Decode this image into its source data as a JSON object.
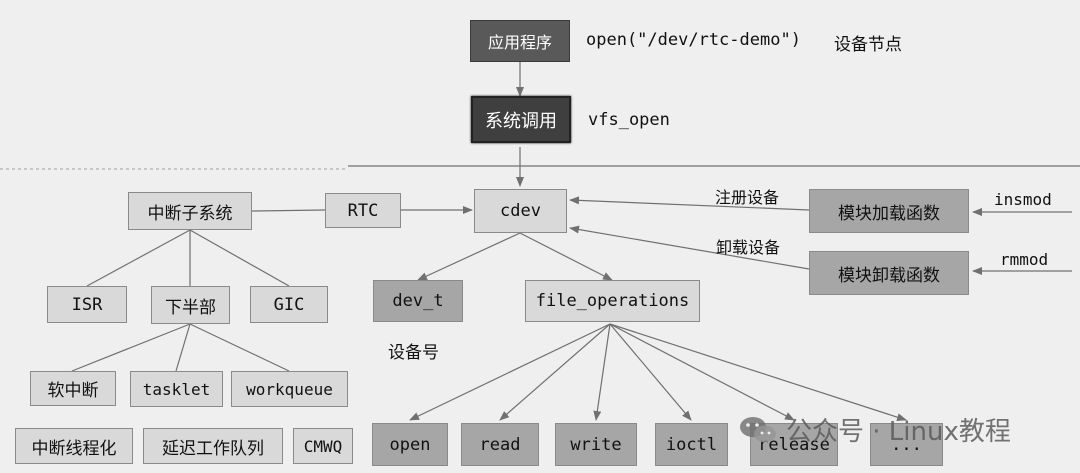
{
  "app": {
    "label": "应用程序",
    "call": "open(\"/dev/rtc-demo\")",
    "note": "设备节点"
  },
  "syscall": {
    "label": "系统调用",
    "call": "vfs_open"
  },
  "interrupt": {
    "title": "中断子系统",
    "isr": "ISR",
    "bottom_half": "下半部",
    "gic": "GIC",
    "softirq": "软中断",
    "tasklet": "tasklet",
    "workqueue": "workqueue",
    "threaded": "中断线程化",
    "delayed": "延迟工作队列",
    "cmwq": "CMWQ"
  },
  "rtc": "RTC",
  "cdev": {
    "label": "cdev",
    "dev_t": "dev_t",
    "dev_no_note": "设备号",
    "fops": "file_operations"
  },
  "module": {
    "register_note": "注册设备",
    "unregister_note": "卸载设备",
    "load_box": "模块加载函数",
    "unload_box": "模块卸载函数",
    "insmod": "insmod",
    "rmmod": "rmmod"
  },
  "ops": [
    "open",
    "read",
    "write",
    "ioctl",
    "release",
    "..."
  ],
  "watermark": {
    "text": "公众号 · Linux教程",
    "icon": "wechat-icon"
  },
  "colors": {
    "line": "#707070",
    "light_box": "#d9d9d9",
    "mid_box": "#a6a6a6",
    "dark_box": "#595959"
  }
}
